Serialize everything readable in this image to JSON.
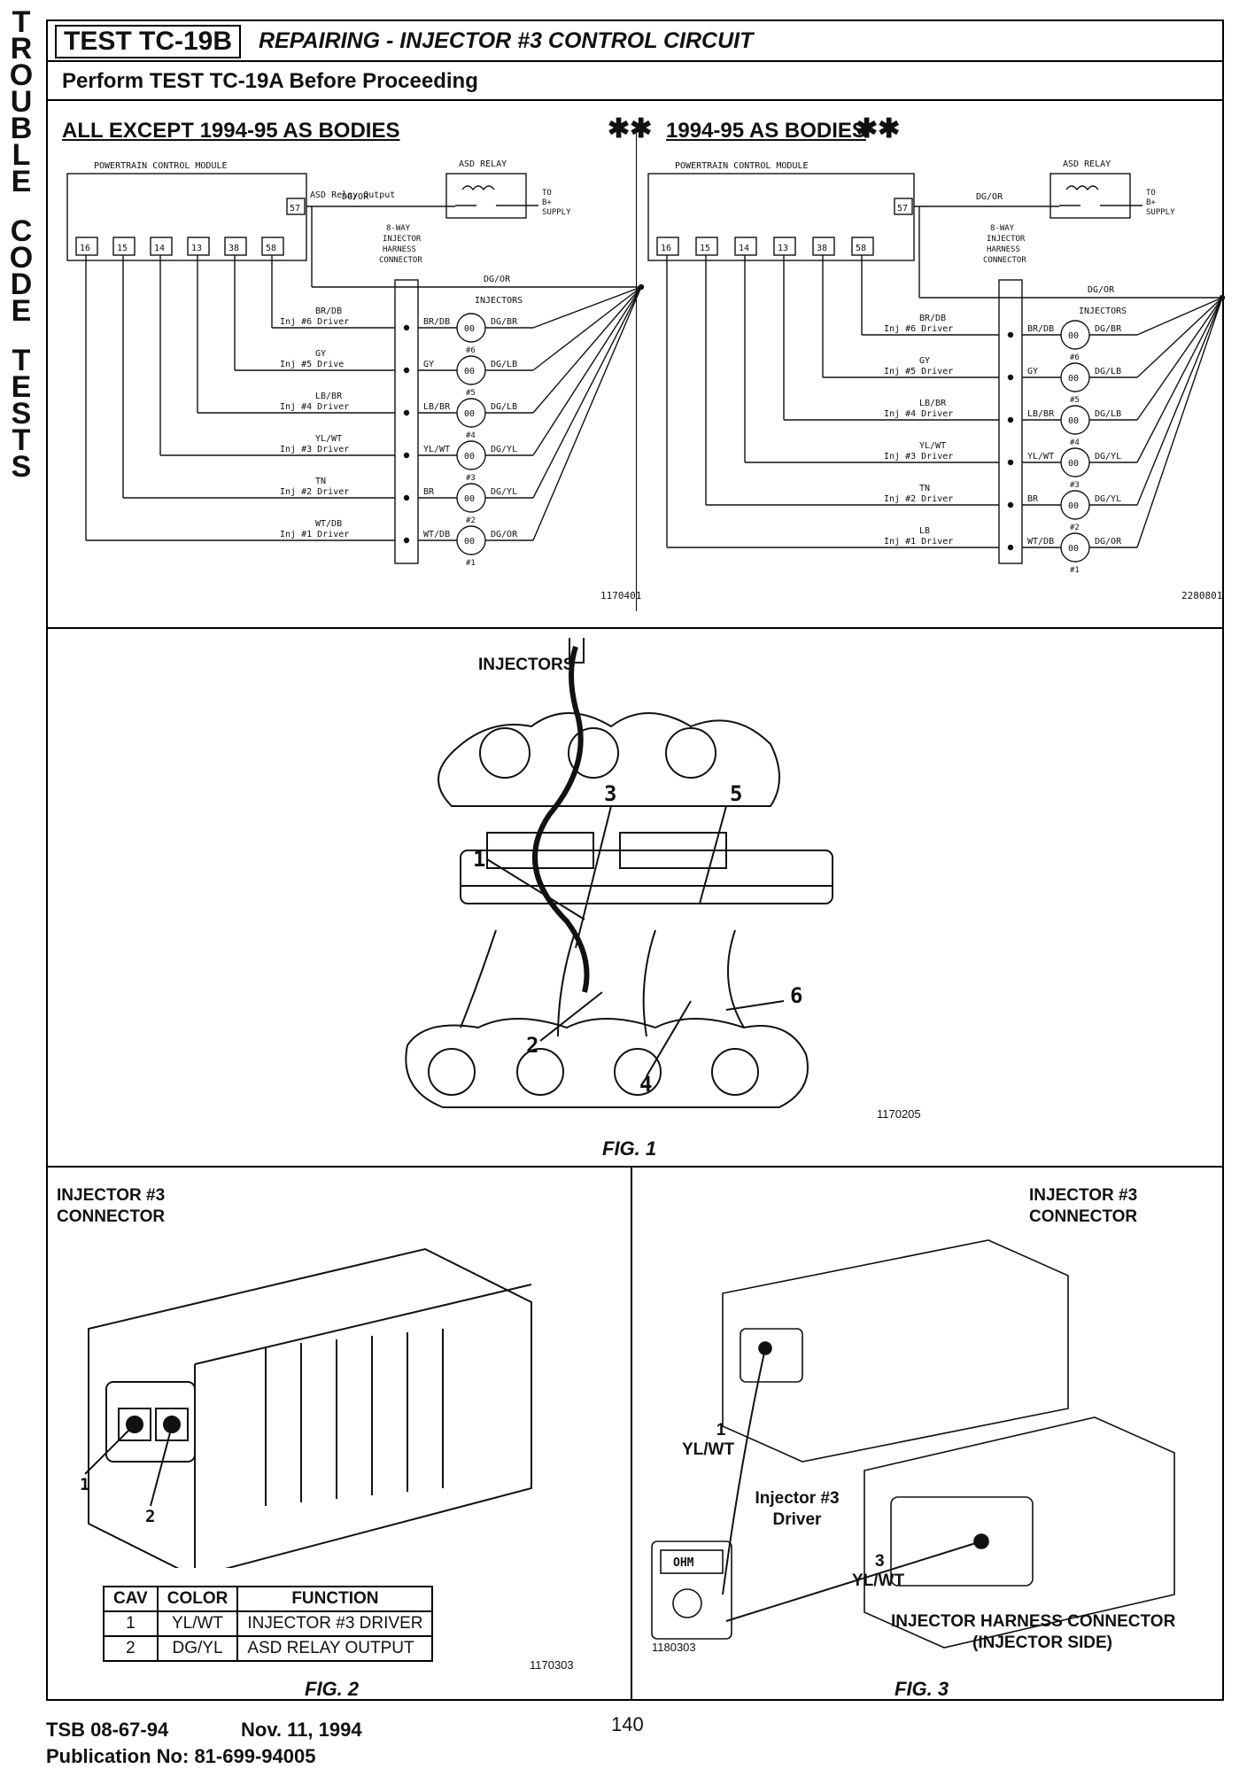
{
  "sidebar": {
    "letters": [
      "T",
      "R",
      "O",
      "U",
      "B",
      "L",
      "E",
      "",
      "C",
      "O",
      "D",
      "E",
      "",
      "T",
      "E",
      "S",
      "T",
      "S"
    ]
  },
  "header": {
    "test_id": "TEST TC-19B",
    "title": "REPAIRING - INJECTOR #3 CONTROL CIRCUIT"
  },
  "subheader": {
    "text": "Perform TEST TC-19A Before Proceeding"
  },
  "diagram_left": {
    "title": "ALL EXCEPT 1994-95 AS BODIES",
    "pcm": "POWERTRAIN CONTROL MODULE",
    "asd_relay": "ASD RELAY",
    "asd_output_wire": "DG/OR",
    "asd_output_label": "ASD Relay Output",
    "to_b_plus": "TO B+ SUPPLY",
    "connector": "8-WAY INJECTOR HARNESS CONNECTOR",
    "injectors_label": "INJECTORS",
    "common_wire": "DG/OR",
    "pins": [
      "16",
      "15",
      "14",
      "13",
      "38",
      "58"
    ],
    "pin57": "57",
    "drivers": [
      {
        "wire": "BR/DB",
        "label": "Inj #6 Driver",
        "conn": "BR/DB",
        "out": "DG/BR",
        "num": "#6"
      },
      {
        "wire": "GY",
        "label": "Inj #5 Drive",
        "conn": "GY",
        "out": "DG/LB",
        "num": "#5"
      },
      {
        "wire": "LB/BR",
        "label": "Inj #4 Driver",
        "conn": "LB/BR",
        "out": "DG/LB",
        "num": "#4"
      },
      {
        "wire": "YL/WT",
        "label": "Inj #3 Driver",
        "conn": "YL/WT",
        "out": "DG/YL",
        "num": "#3"
      },
      {
        "wire": "TN",
        "label": "Inj #2 Driver",
        "conn": "BR",
        "out": "DG/YL",
        "num": "#2"
      },
      {
        "wire": "WT/DB",
        "label": "Inj #1 Driver",
        "conn": "WT/DB",
        "out": "DG/OR",
        "num": "#1"
      }
    ],
    "figure_id": "1170401"
  },
  "diagram_right": {
    "title": "1994-95 AS BODIES",
    "pcm": "POWERTRAIN CONTROL MODULE",
    "asd_relay": "ASD RELAY",
    "asd_output_wire": "DG/OR",
    "to_b_plus": "TO B+ SUPPLY",
    "connector": "8-WAY INJECTOR HARNESS CONNECTOR",
    "injectors_label": "INJECTORS",
    "common_wire": "DG/OR",
    "pins": [
      "16",
      "15",
      "14",
      "13",
      "38",
      "58"
    ],
    "pin57": "57",
    "drivers": [
      {
        "wire": "BR/DB",
        "label": "Inj #6 Driver",
        "conn": "BR/DB",
        "out": "DG/BR",
        "num": "#6"
      },
      {
        "wire": "GY",
        "label": "Inj #5 Driver",
        "conn": "GY",
        "out": "DG/LB",
        "num": "#5"
      },
      {
        "wire": "LB/BR",
        "label": "Inj #4 Driver",
        "conn": "LB/BR",
        "out": "DG/LB",
        "num": "#4"
      },
      {
        "wire": "YL/WT",
        "label": "Inj #3 Driver",
        "conn": "YL/WT",
        "out": "DG/YL",
        "num": "#3"
      },
      {
        "wire": "TN",
        "label": "Inj #2 Driver",
        "conn": "BR",
        "out": "DG/YL",
        "num": "#2"
      },
      {
        "wire": "LB",
        "label": "Inj #1 Driver",
        "conn": "WT/DB",
        "out": "DG/OR",
        "num": "#1"
      }
    ],
    "figure_id": "2280801"
  },
  "fig1": {
    "title": "INJECTORS",
    "callouts": [
      "1",
      "2",
      "3",
      "4",
      "5",
      "6"
    ],
    "figure_id": "1170205",
    "caption": "FIG. 1"
  },
  "fig2": {
    "title": "INJECTOR #3 CONNECTOR",
    "callouts": [
      "1",
      "2"
    ],
    "table": {
      "headers": [
        "CAV",
        "COLOR",
        "FUNCTION"
      ],
      "rows": [
        [
          "1",
          "YL/WT",
          "INJECTOR #3 DRIVER"
        ],
        [
          "2",
          "DG/YL",
          "ASD RELAY OUTPUT"
        ]
      ]
    },
    "figure_id": "1170303",
    "caption": "FIG. 2"
  },
  "fig3": {
    "title": "INJECTOR #3 CONNECTOR",
    "callout1": "1",
    "callout1_color": "YL/WT",
    "driver_label": "Injector #3 Driver",
    "callout3": "3",
    "callout3_color": "YL/WT",
    "meter_label": "OHM",
    "harness_label": "INJECTOR HARNESS CONNECTOR",
    "harness_sub": "(INJECTOR SIDE)",
    "figure_id": "1180303",
    "caption": "FIG. 3"
  },
  "footer": {
    "tsb": "TSB 08-67-94",
    "date": "Nov. 11, 1994",
    "page": "140",
    "publication": "Publication No:  81-699-94005"
  }
}
